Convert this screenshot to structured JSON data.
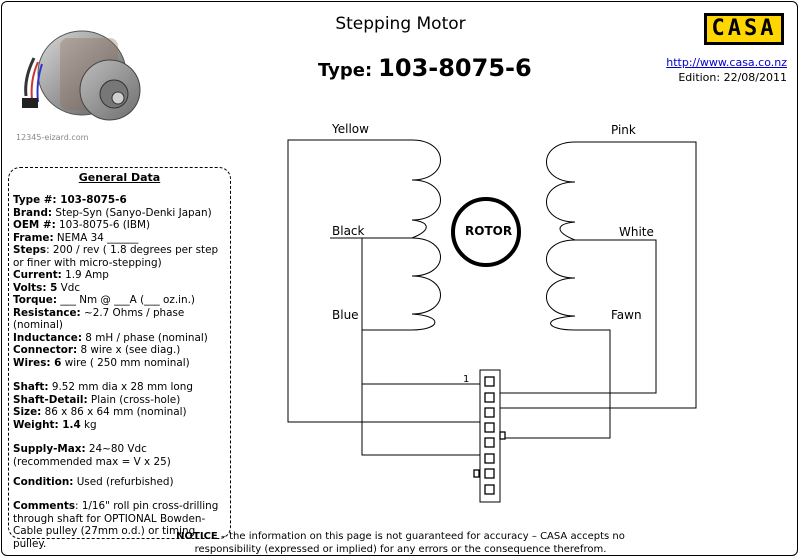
{
  "header": {
    "title": "Stepping Motor",
    "type_label": "Type:",
    "type_value": "103-8075-6",
    "logo_text": "CASA",
    "url": "http://www.casa.co.nz",
    "edition": "Edition: 22/08/2011"
  },
  "photo": {
    "caption": "12345-eizard.com"
  },
  "general_data": {
    "title": "General Data",
    "specs": [
      {
        "label": "Type #:",
        "value": " 103-8075-6",
        "label_bold": true,
        "value_bold": true
      },
      {
        "label": "Brand:",
        "value": " Step-Syn (Sanyo-Denki  Japan)"
      },
      {
        "label": "OEM #:",
        "value": " 103-8075-6 (IBM)"
      },
      {
        "label": "Frame:",
        "value": " NEMA 34 ______"
      },
      {
        "label": "Steps",
        "value": ": 200 / rev ( 1.8 degrees per step or finer with micro-stepping)"
      },
      {
        "label": "Current:",
        "value": " 1.9  Amp"
      },
      {
        "label": "Volts: 5",
        "value": " Vdc"
      },
      {
        "label": "Torque:",
        "value": "  ___ Nm @ ___A (___ oz.in.)"
      },
      {
        "label": "Resistance:",
        "value": " ~2.7 Ohms / phase (nominal)"
      },
      {
        "label": "Inductance:",
        "value": " 8 mH / phase (nominal)"
      },
      {
        "label": "Connector:",
        "value": "  8 wire x (see diag.)"
      },
      {
        "label": "Wires: 6",
        "value": " wire ( 250 mm nominal)"
      },
      {
        "label": "Shaft:",
        "value": " 9.52 mm dia x 28 mm long"
      },
      {
        "label": "Shaft-Detail:",
        "value": " Plain (cross-hole)"
      },
      {
        "label": "Size:",
        "value": " 86 x 86 x 64 mm (nominal)"
      },
      {
        "label": "Weight: 1.4",
        "value": " kg"
      },
      {
        "label": "Supply-Max:",
        "value": " 24~80 Vdc (recommended max = V x 25)"
      },
      {
        "label": "Condition:",
        "value": " Used  (refurbished)"
      },
      {
        "label": "Comments",
        "value": ": 1/16\" roll pin cross-drilling through shaft for OPTIONAL Bowden-Cable pulley (27mm o.d.) or timing pulley."
      }
    ]
  },
  "diagram": {
    "rotor_label": "ROTOR",
    "wires": {
      "yellow": "Yellow",
      "black": "Black",
      "blue": "Blue",
      "pink": "Pink",
      "white": "White",
      "fawn": "Fawn"
    },
    "pin1_label": "1"
  },
  "notice": {
    "bold": "NOTICE",
    "line1": " – the information on this page is not guaranteed for accuracy – CASA accepts no",
    "line2": "responsibility (expressed or implied) for any errors or the consequence therefrom."
  }
}
